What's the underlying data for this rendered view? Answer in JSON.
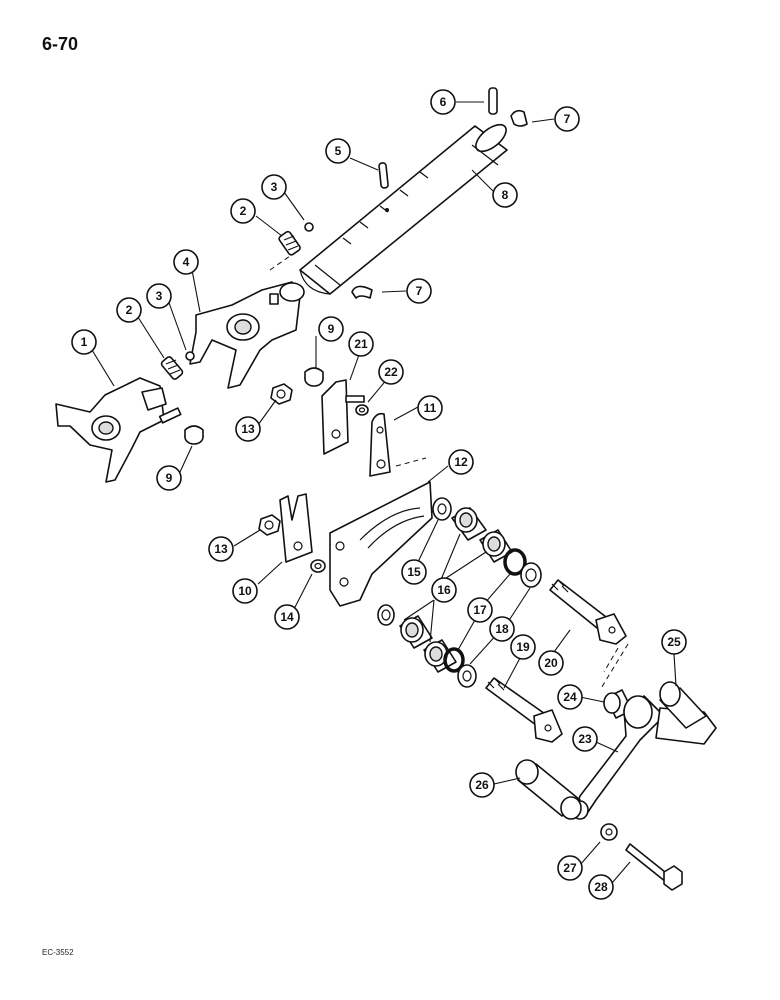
{
  "page_number": "6-70",
  "figure_code": "EC-3552",
  "callouts": [
    {
      "label": "1"
    },
    {
      "label": "2"
    },
    {
      "label": "3"
    },
    {
      "label": "4"
    },
    {
      "label": "5"
    },
    {
      "label": "6"
    },
    {
      "label": "7"
    },
    {
      "label": "8"
    },
    {
      "label": "9"
    },
    {
      "label": "10"
    },
    {
      "label": "11"
    },
    {
      "label": "12"
    },
    {
      "label": "13"
    },
    {
      "label": "14"
    },
    {
      "label": "15"
    },
    {
      "label": "16"
    },
    {
      "label": "17"
    },
    {
      "label": "18"
    },
    {
      "label": "19"
    },
    {
      "label": "20"
    },
    {
      "label": "21"
    },
    {
      "label": "22"
    },
    {
      "label": "23"
    },
    {
      "label": "24"
    },
    {
      "label": "25"
    },
    {
      "label": "26"
    },
    {
      "label": "27"
    },
    {
      "label": "28"
    },
    {
      "label": "2"
    },
    {
      "label": "3"
    },
    {
      "label": "7"
    },
    {
      "label": "9"
    },
    {
      "label": "13"
    }
  ]
}
